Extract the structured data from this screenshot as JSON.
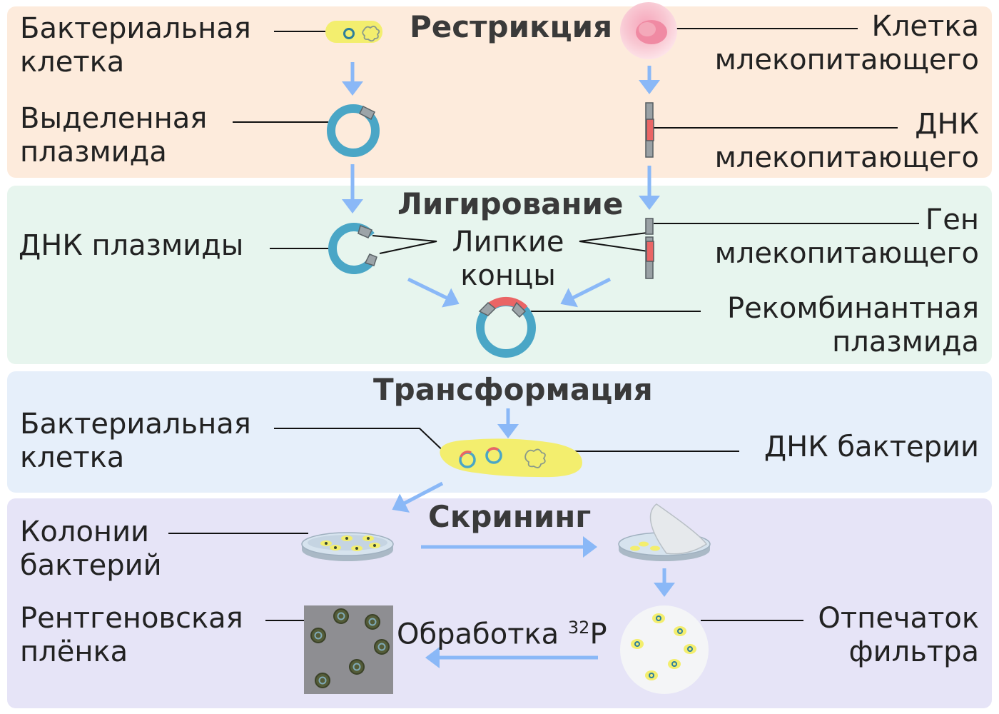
{
  "sections": {
    "restriction": "Рестрикция",
    "ligation": "Лигирование",
    "transformation": "Трансформация",
    "screening": "Скрининг"
  },
  "labels": {
    "bacterial_cell_1": "Бактериальная\nклетка",
    "mammal_cell": "Клетка\nмлекопитающего",
    "isolated_plasmid": "Выделенная\nплазмида",
    "mammal_dna": "ДНК\nмлекопитающего",
    "plasmid_dna": "ДНК плазмиды",
    "sticky_ends": "Липкие\nконцы",
    "mammal_gene": "Ген\nмлекопитающего",
    "recombinant_plasmid": "Рекомбинантная\nплазмида",
    "bacterial_cell_2": "Бактериальная\nклетка",
    "bacterial_dna": "ДНК бактерии",
    "bacterial_colonies": "Колонии\nбактерий",
    "xray_film": "Рентгеновская\nплёнка",
    "processing": "Обработка",
    "isotope_mass": "32",
    "isotope_symbol": "P",
    "filter_print": "Отпечаток\nфильтра"
  },
  "colors": {
    "restriction_bg": "#fdebdc",
    "ligation_bg": "#e7f5ee",
    "transformation_bg": "#e6effa",
    "screening_bg": "#e6e4f7",
    "arrow": "#8ab8f7",
    "plasmid": "#4aa6c6",
    "insert": "#ea6565",
    "cell_yellow": "#f3ee6e"
  }
}
